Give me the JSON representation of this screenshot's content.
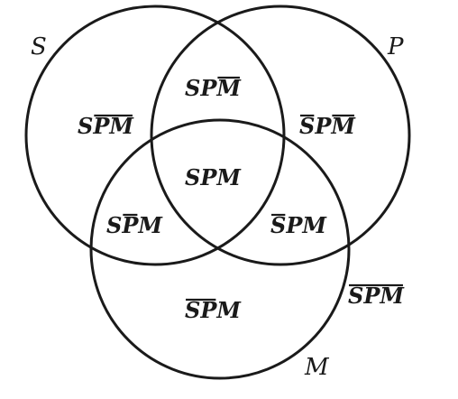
{
  "sets": [
    {
      "id": "S",
      "label": "S"
    },
    {
      "id": "P",
      "label": "P"
    },
    {
      "id": "M",
      "label": "M"
    }
  ],
  "regions": [
    {
      "id": "s-only",
      "letters": [
        "S",
        "P",
        "M"
      ],
      "negated": [
        false,
        true,
        true
      ]
    },
    {
      "id": "s-p",
      "letters": [
        "S",
        "P",
        "M"
      ],
      "negated": [
        false,
        false,
        true
      ]
    },
    {
      "id": "p-only",
      "letters": [
        "S",
        "P",
        "M"
      ],
      "negated": [
        true,
        false,
        true
      ]
    },
    {
      "id": "s-p-m",
      "letters": [
        "S",
        "P",
        "M"
      ],
      "negated": [
        false,
        false,
        false
      ]
    },
    {
      "id": "s-m",
      "letters": [
        "S",
        "P",
        "M"
      ],
      "negated": [
        false,
        true,
        false
      ]
    },
    {
      "id": "p-m",
      "letters": [
        "S",
        "P",
        "M"
      ],
      "negated": [
        true,
        false,
        false
      ]
    },
    {
      "id": "m-only",
      "letters": [
        "S",
        "P",
        "M"
      ],
      "negated": [
        true,
        true,
        false
      ]
    },
    {
      "id": "outside",
      "letters": [
        "S",
        "P",
        "M"
      ],
      "negated": [
        true,
        true,
        true
      ]
    }
  ],
  "colors": {
    "stroke": "#1a1a1a",
    "background": "#ffffff"
  }
}
